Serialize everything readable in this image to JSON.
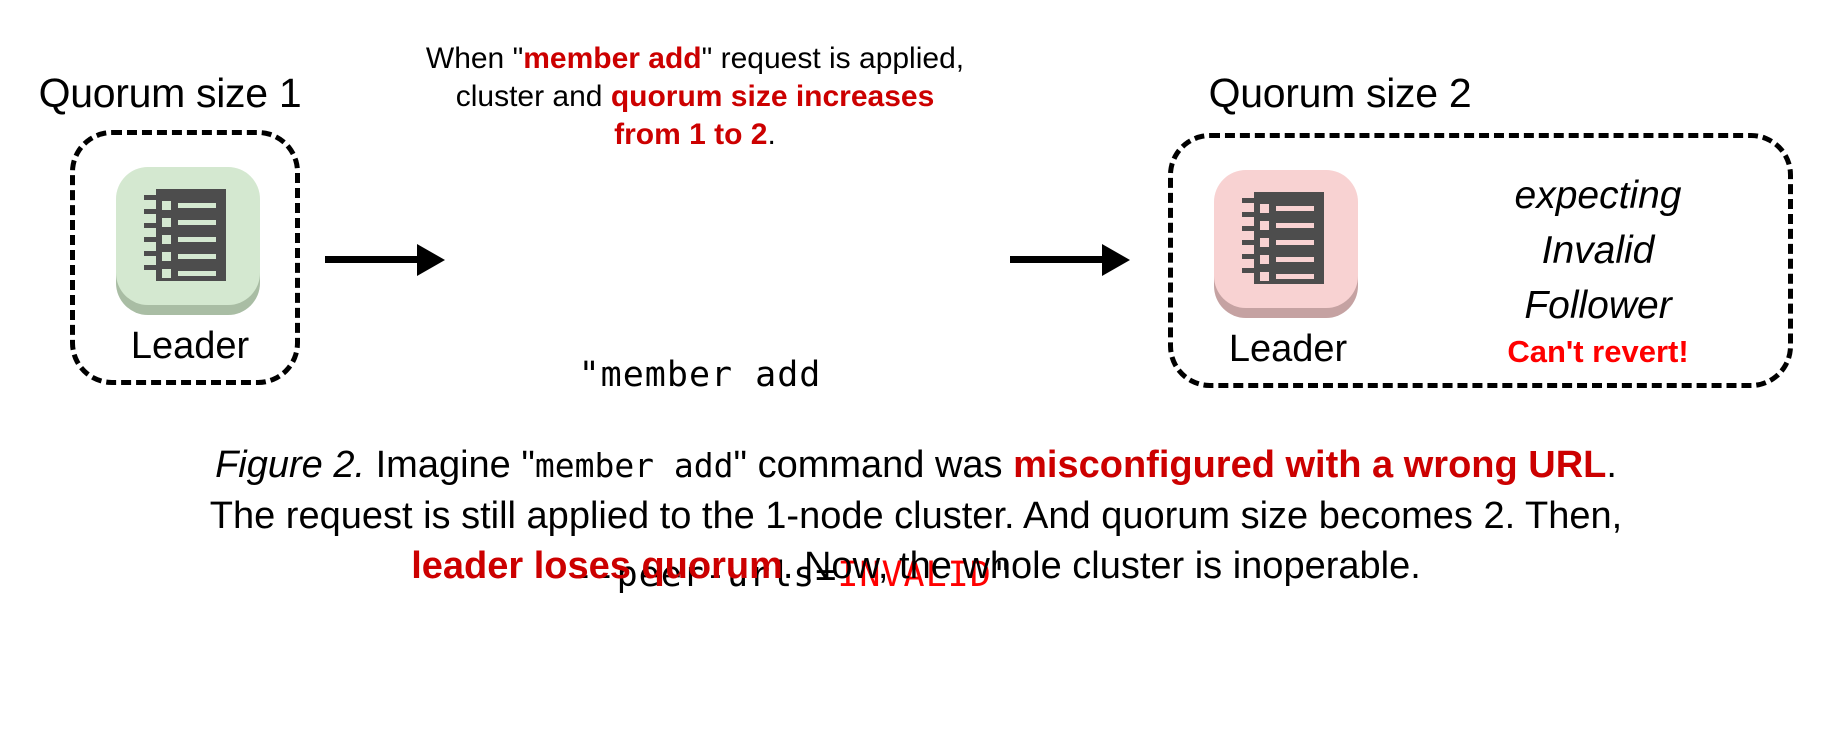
{
  "figure": {
    "left_cluster": {
      "title": "Quorum size 1",
      "node_label": "Leader",
      "icon_name": "server-icon",
      "icon_color": "#d4e8d0",
      "icon_shadow": "#a9bda4",
      "icon_body": "#4d4d4d"
    },
    "right_cluster": {
      "title": "Quorum size 2",
      "node_label": "Leader",
      "icon_name": "server-icon",
      "icon_color": "#f8d2d2",
      "icon_shadow": "#c5a2a2",
      "icon_body": "#4d4d4d",
      "status_line_1": "expecting",
      "status_line_2": "Invalid",
      "status_line_3": "Follower",
      "warning": "Can't revert!"
    },
    "annotation": {
      "line1_pre": "When \"",
      "line1_hl": "member add",
      "line1_post": "\" request is applied,",
      "line2_pre": "cluster and ",
      "line2_hl": "quorum size increases",
      "line3_hl": "from 1 to 2",
      "line3_post": "."
    },
    "command": {
      "line1": "\"member add",
      "line2_pre": "--peer-urls=",
      "line2_bad": "INVALID",
      "line2_post": "\""
    },
    "caption": {
      "fig_number": "Figure 2.",
      "seg1": " Imagine \"",
      "mono1": "member add",
      "seg2": "\" command was ",
      "red1": "misconfigured with a wrong URL",
      "seg3": ".",
      "line2": "The request is still applied to the 1-node cluster. And quorum size becomes 2. Then,",
      "line3_red": "leader loses quorum",
      "line3_post": ". Now, the whole cluster is inoperable."
    },
    "colors": {
      "highlight_red": "#cc0000",
      "error_red": "#ff0000",
      "box_border": "#000000",
      "background": "#ffffff"
    }
  }
}
